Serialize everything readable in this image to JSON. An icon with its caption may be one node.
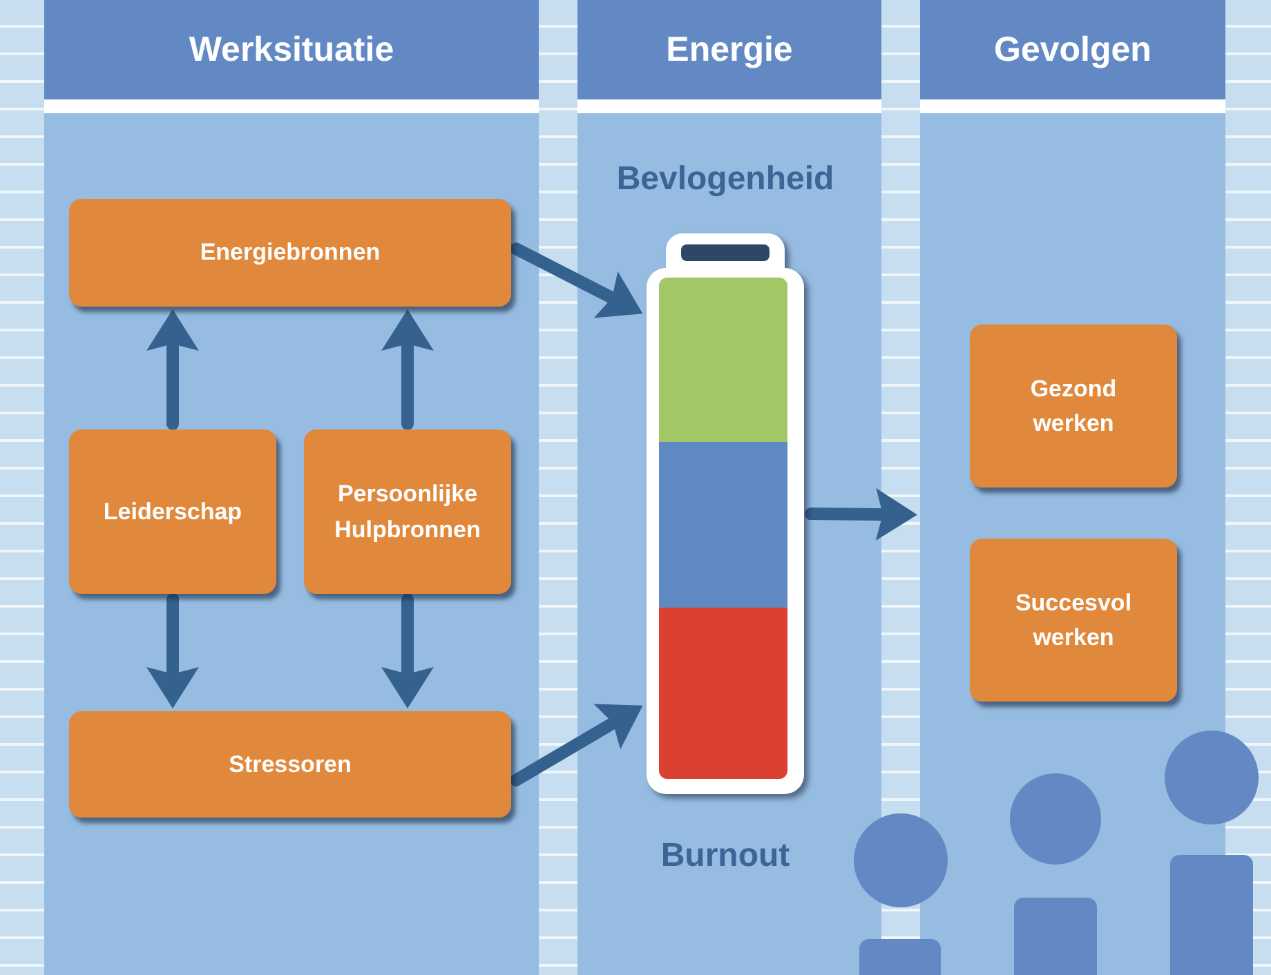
{
  "diagram": {
    "nodes": [
      {
        "text": [
          "Werksituatie"
        ]
      },
      {
        "text": [
          "Energie"
        ]
      },
      {
        "text": [
          "Gevolgen"
        ]
      },
      {
        "text": [
          "Energiebronnen"
        ],
        "in": 0
      },
      {
        "text": [
          "Leiderschap"
        ],
        "in": 0
      },
      {
        "text": [
          "Persoonlijke Hulpbronnen"
        ],
        "in": 0
      },
      {
        "text": [
          "Stressoren"
        ],
        "in": 0
      },
      {
        "text": [],
        "shape": "battery",
        "in": 1,
        "beside": [
          "Bevlogenheid",
          "Burnout"
        ]
      },
      {
        "text": [
          "Gezond werken"
        ],
        "in": 2
      },
      {
        "text": [
          "Succesvol werken"
        ],
        "in": 2
      }
    ],
    "edges": [
      {
        "from": 4,
        "to": 3,
        "arrow": "to"
      },
      {
        "from": 5,
        "to": 3,
        "arrow": "to"
      },
      {
        "from": 4,
        "to": 6,
        "arrow": "to"
      },
      {
        "from": 5,
        "to": 6,
        "arrow": "to"
      },
      {
        "from": 3,
        "to": 7,
        "arrow": "to"
      },
      {
        "from": 6,
        "to": 7,
        "arrow": "to"
      },
      {
        "from": 7,
        "to": 2,
        "arrow": "to"
      }
    ]
  }
}
